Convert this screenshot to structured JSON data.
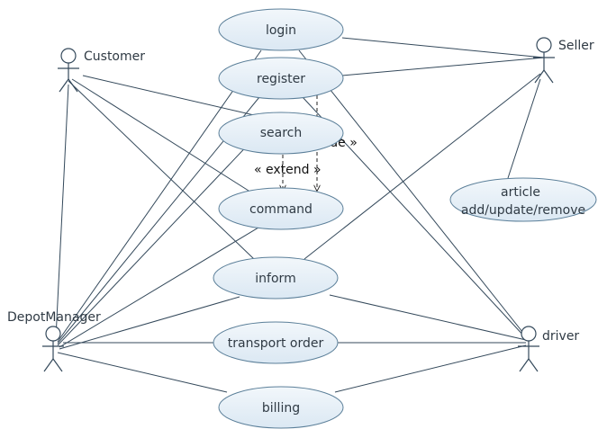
{
  "diagram": {
    "actors": {
      "customer": "Customer",
      "seller": "Seller",
      "depot_manager": "DepotManager",
      "driver": "driver"
    },
    "use_cases": {
      "login": "login",
      "register": "register",
      "search": "search",
      "command": "command",
      "inform": "inform",
      "transport_order": "transport order",
      "billing": "billing",
      "article_line1": "article",
      "article_line2": "add/update/remove"
    },
    "stereotypes": {
      "include": "« include »",
      "extend": "« extend »"
    },
    "colors": {
      "line": "#34495b",
      "usecase_fill_top": "#f2f7fb",
      "usecase_fill_bottom": "#dbe8f3",
      "usecase_border": "#5b7f99"
    }
  }
}
